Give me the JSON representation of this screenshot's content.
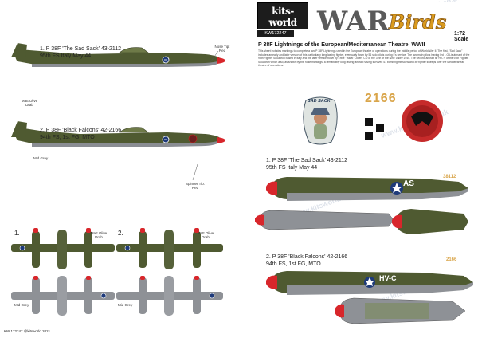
{
  "left_sheet": {
    "aircraft_1": {
      "title": "1. P 38F 'The Sad Sack' 43-2112",
      "subtitle": "95th FS Italy May 44"
    },
    "aircraft_2": {
      "title": "2. P 38F 'Black Falcons' 42-2166",
      "subtitle": "94th FS, 1st FG, MTO"
    },
    "notes": {
      "nose_tip": "Nose Tip: Red",
      "matt_olive_drab": "Matt Olive Drab",
      "mid_grey": "Mid Grey",
      "spinner_tip": "Spinner Tip: Red"
    },
    "plan_labels": {
      "one": "1.",
      "two": "2."
    },
    "footer": "KW 172247 @kitsworld 2021"
  },
  "right_sheet": {
    "logo": {
      "name": "kits-world",
      "url": "www.kits-world.com"
    },
    "code": "KW172247",
    "brand": "WAR Birds",
    "scale": "1:72 Scale",
    "title": "P 38F Lightnings of the European/Mediterranean Theatre, WWII",
    "description": "This sheet includes markings to complete a two P 38F Lightnings used in the European theatre of operations during the middle period of World War II. The first, \"Sad Sack\" includes an early and later version of this particularly long lasting fighter, eventually flown by 56 solo pilots during it's service. The two main pilots having led 1 O Lieutenant of the 95th Fighter Squadron based in Italy and the later version flown by Erbie \"Hawk\" Oiden. CO of the 37th of the Nine Valley 1945. The second aircraft is \"HV-?\" of the 94th Fighter Squadron which also, as shown by the nose markings, a remarkably long lasting aircraft having survived 41 bombing missions and 89 fighter sweeps over the Mediterranean theatre of operations.",
    "insignia_text": "SAD SACK",
    "tail_number": "2166",
    "aircraft_1": {
      "title": "1. P 38F 'The Sad Sack' 43-2112",
      "subtitle": "95th FS Italy May 44",
      "code": "AS",
      "tail": "38112"
    },
    "aircraft_2": {
      "title": "2. P 38F 'Black Falcons' 42-2166",
      "subtitle": "94th FS, 1st FG, MTO",
      "code": "HV-C",
      "tail": "2166"
    },
    "watermark": "www.kitsworld.co.uk"
  },
  "colors": {
    "olive_drab": "#4f5a31",
    "mid_grey": "#8e9196",
    "nose_red": "#d8262b",
    "insignia_blue": "#1e3a7a"
  }
}
